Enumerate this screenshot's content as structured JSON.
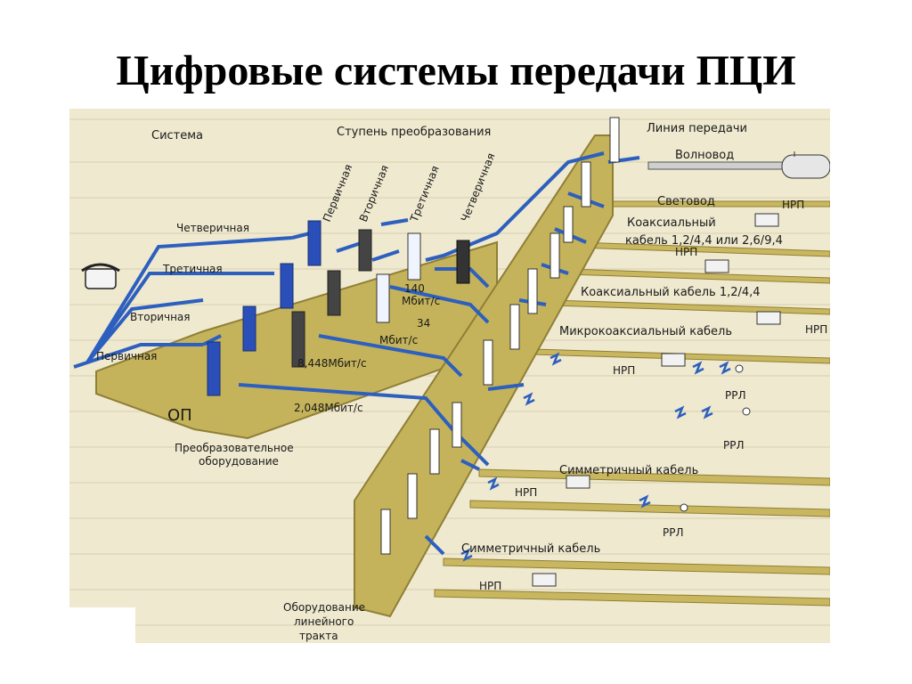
{
  "slide": {
    "title": "Цифровые системы передачи ПЦИ"
  },
  "colors": {
    "platform": "#c4b35a",
    "platform_edge": "#8f7f36",
    "blue_line": "#2d5fbf",
    "block_blue": "#2a4fb8",
    "block_dark": "#444444",
    "background": "#efe9cf",
    "cable": "#c9b760"
  },
  "diagram": {
    "headers": {
      "system": "Система",
      "stage": "Ступень преобразования",
      "line": "Линия передачи"
    },
    "systems": {
      "quaternary": "Четверичная",
      "tertiary": "Третичная",
      "secondary": "Вторичная",
      "primary": "Первичная"
    },
    "stages": {
      "primary": "Первичная",
      "secondary": "Вторичная",
      "tertiary": "Третичная",
      "quaternary": "Четверичная"
    },
    "rates": {
      "r140": "140",
      "r140_unit": "Мбит/с",
      "r34": "34",
      "r34_unit": "Мбит/с",
      "r8": "8,448Мбит/с",
      "r2": "2,048Мбит/с"
    },
    "labels": {
      "op": "ОП",
      "conv_line1": "Преобразовательное",
      "conv_line2": "оборудование",
      "lin_line1": "Оборудование",
      "lin_line2": "линейного",
      "lin_line3": "тракта"
    },
    "media": {
      "waveguide": "Волновод",
      "fiber": "Световод",
      "coax1_line1": "Коаксиальный",
      "coax1_line2": "кабель  1,2/4,4  или  2,6/9,4",
      "coax2": "Коаксиальный  кабель  1,2/4,4",
      "microcoax": "Микрокоаксиальный кабель",
      "sym1": "Симметричный  кабель",
      "sym2": "Симметричный  кабель"
    },
    "repeaters": {
      "nrp": "НРП",
      "rrl": "РРЛ"
    },
    "icons": {
      "phone": "telephone-icon"
    }
  }
}
